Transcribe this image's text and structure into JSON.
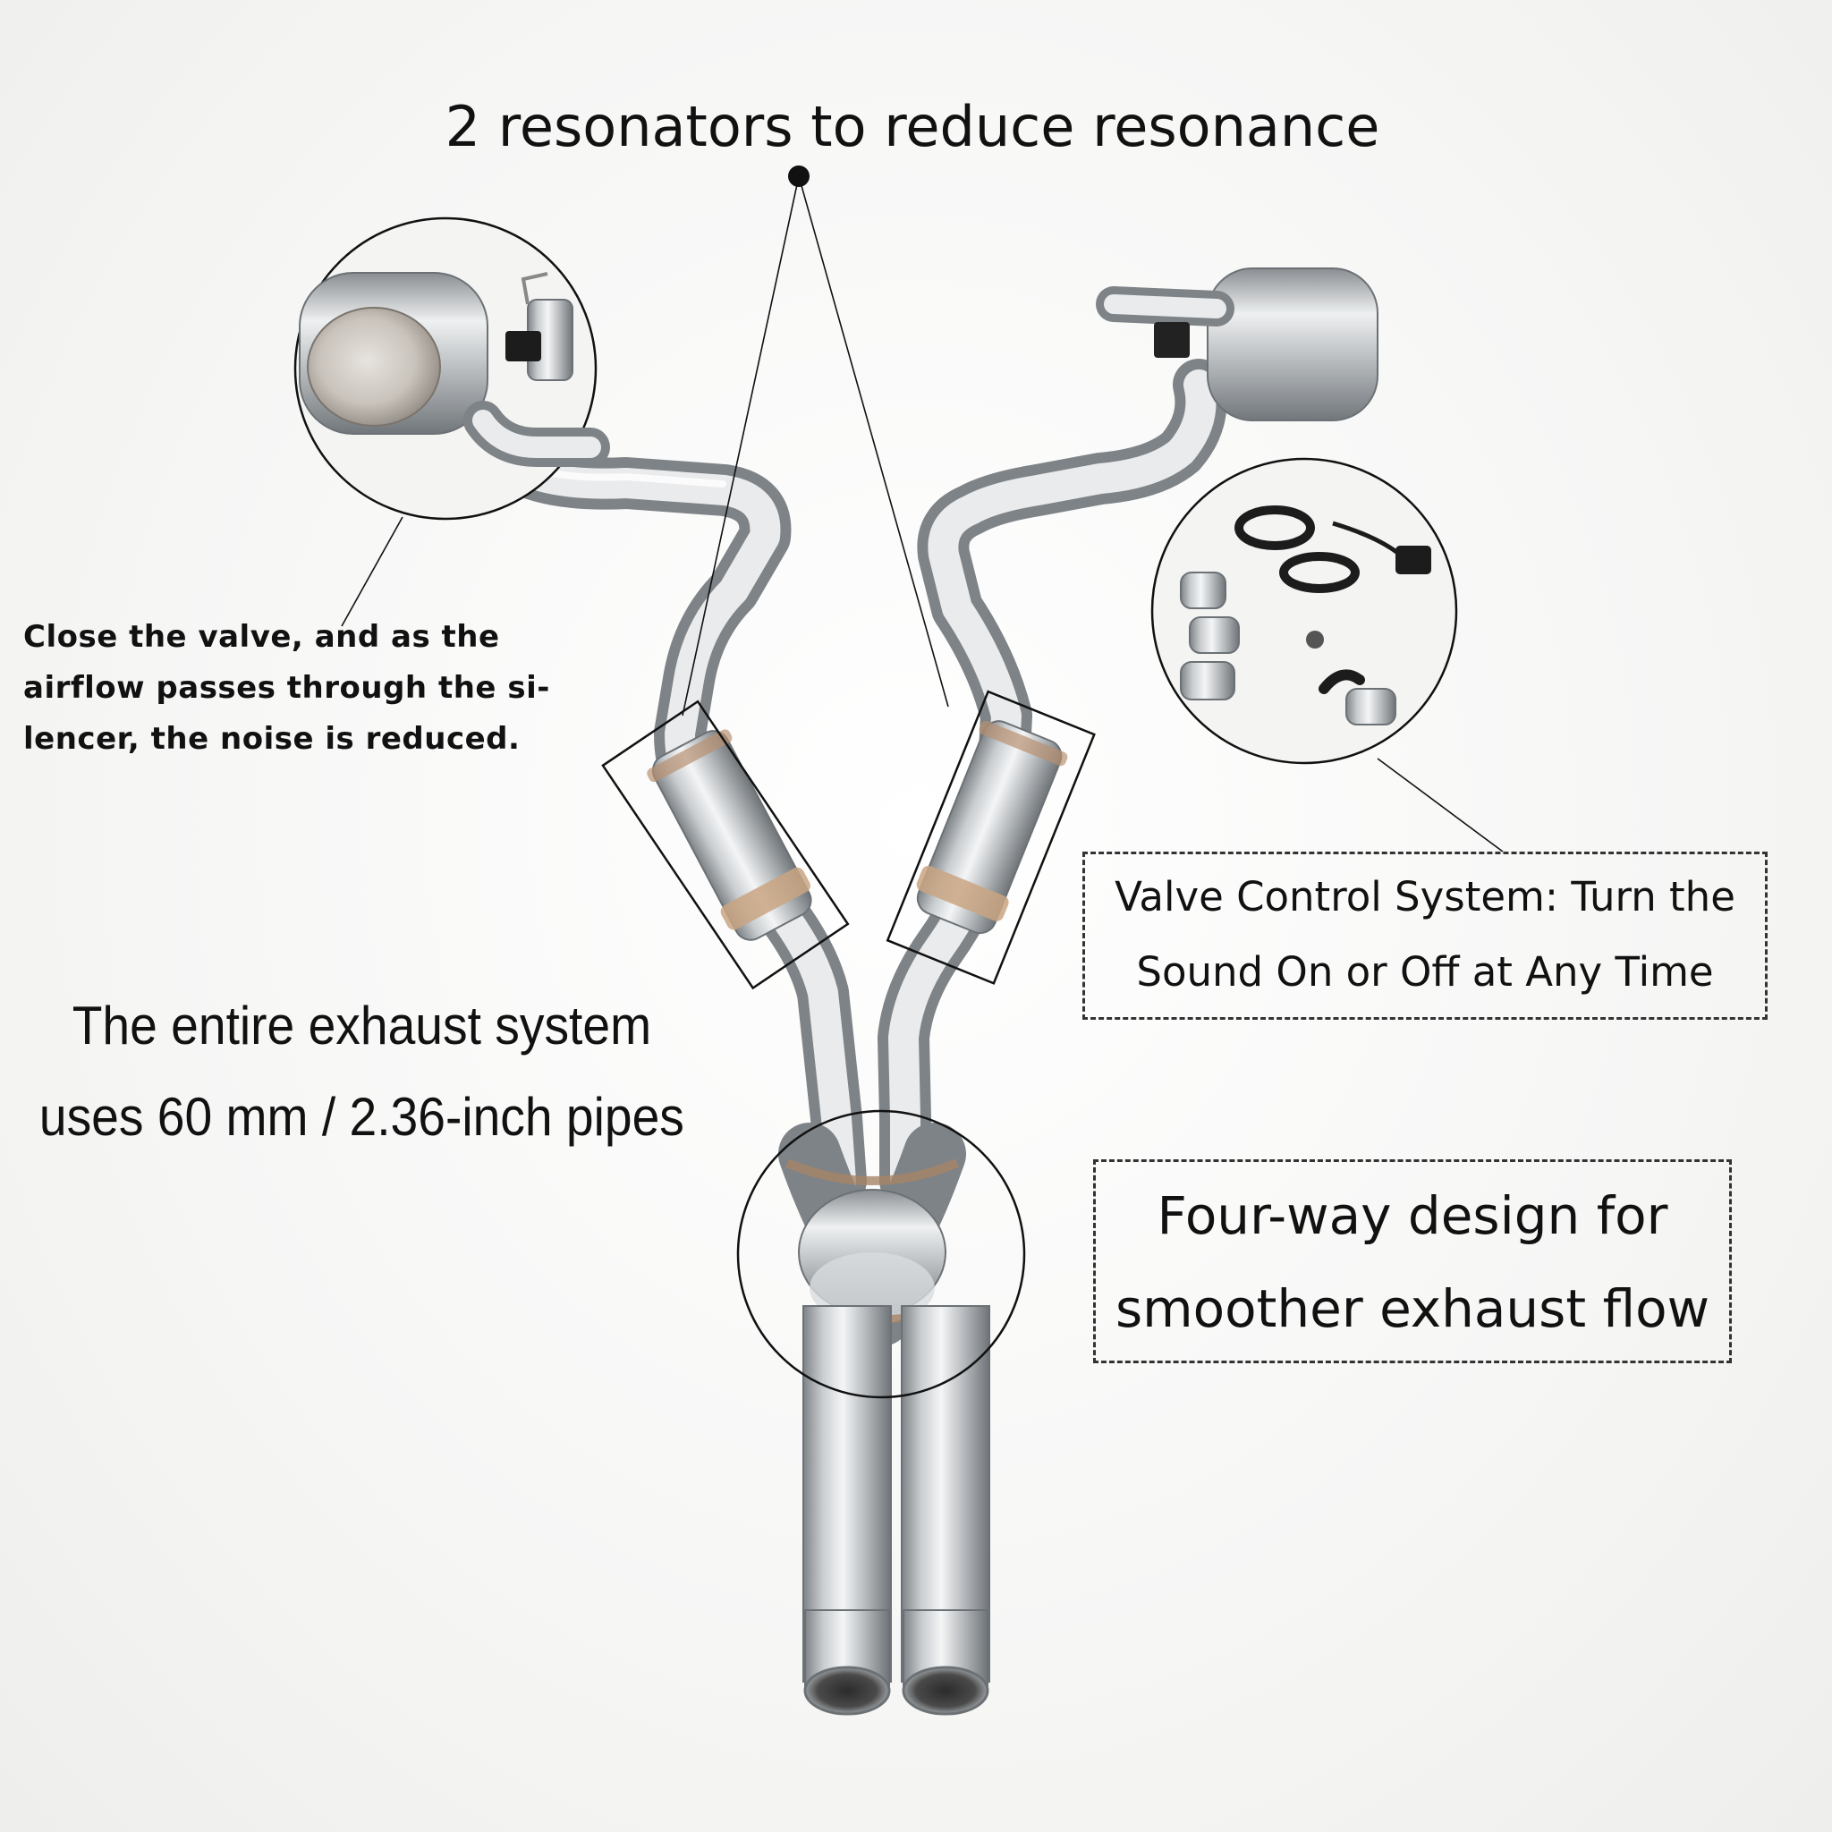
{
  "title": "2 resonators to reduce resonance",
  "valve_note": {
    "line1": "Close the valve, and as the",
    "line2": "airflow passes through the si-",
    "line3": "lencer, the noise is reduced."
  },
  "pipe_note": {
    "line1": "The entire exhaust system",
    "line2": "uses 60 mm / 2.36-inch pipes"
  },
  "control_box": {
    "line1": "Valve Control System: Turn the",
    "line2": "Sound On or Off at Any Time"
  },
  "fourway_box": {
    "line1": "Four-way design for",
    "line2": "smoother exhaust flow"
  },
  "colors": {
    "steel_light": "#eef0f1",
    "steel_mid": "#b8bcbf",
    "steel_dark": "#7e8387",
    "weld": "#9a7a5e",
    "ink": "#111111"
  }
}
